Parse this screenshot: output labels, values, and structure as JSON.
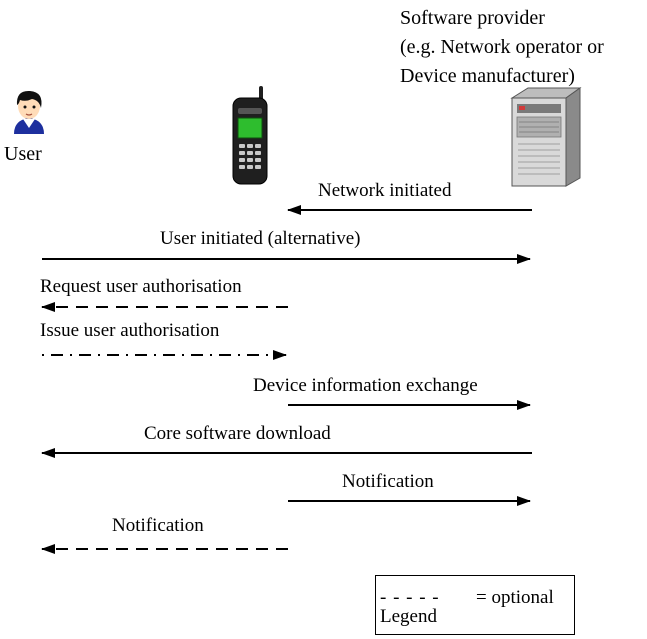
{
  "actors": {
    "user": {
      "label": "User",
      "icon": "user-icon"
    },
    "phone": {
      "icon": "mobile-phone-icon"
    },
    "provider": {
      "label_lines": [
        "Software provider",
        "(e.g. Network operator or",
        "Device manufacturer)"
      ],
      "icon": "server-icon"
    }
  },
  "messages": [
    {
      "label": "Network initiated",
      "from": "provider",
      "to": "phone",
      "style": "solid"
    },
    {
      "label": "User initiated (alternative)",
      "from": "user",
      "to": "provider",
      "style": "solid"
    },
    {
      "label": "Request user authorisation",
      "from": "phone",
      "to": "user",
      "style": "dashed"
    },
    {
      "label": "Issue user authorisation",
      "from": "user",
      "to": "phone",
      "style": "dash-dot"
    },
    {
      "label": "Device information exchange",
      "from": "phone",
      "to": "provider",
      "style": "solid"
    },
    {
      "label": "Core software download",
      "from": "provider",
      "to": "user",
      "style": "solid"
    },
    {
      "label": "Notification",
      "from": "phone",
      "to": "provider",
      "style": "solid"
    },
    {
      "label": "Notification",
      "from": "phone",
      "to": "user",
      "style": "dashed"
    }
  ],
  "legend": {
    "title": "Legend",
    "dash_sample": "- - - - -",
    "text": "= optional"
  },
  "colors": {
    "line": "#000000",
    "phone_screen": "#2ebd2e",
    "phone_body": "#1f1f1f",
    "server_light": "#d9d9d9",
    "server_dark": "#8a8a8a",
    "user_face": "#ffdcb8",
    "user_shirt": "#1d2f9e"
  }
}
